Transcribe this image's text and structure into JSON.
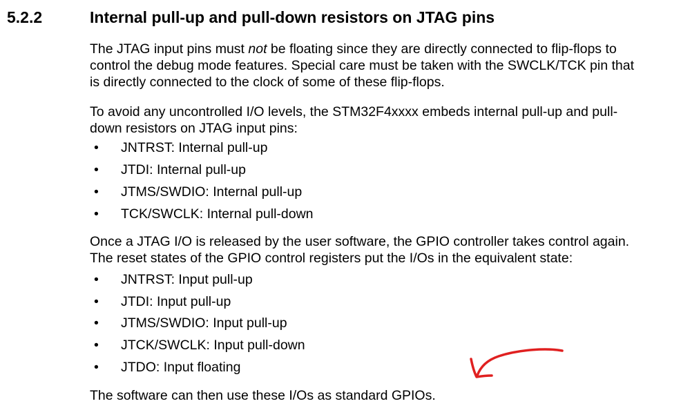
{
  "heading": {
    "number": "5.2.2",
    "title": "Internal pull-up and pull-down resistors on JTAG pins"
  },
  "para1": {
    "line1_before": "The JTAG input pins must ",
    "line1_emph": "not",
    "line1_after": " be floating since they are directly connected to flip-flops to",
    "line2": "control the debug mode features. Special care must be taken with the SWCLK/TCK pin that",
    "line3": "is directly connected to the clock of some of these flip-flops."
  },
  "para2": {
    "line1": "To avoid any uncontrolled I/O levels, the STM32F4xxxx embeds internal pull-up and pull-",
    "line2": "down resistors on JTAG input pins:"
  },
  "list1": [
    "JNTRST: Internal pull-up",
    "JTDI: Internal pull-up",
    "JTMS/SWDIO: Internal pull-up",
    "TCK/SWCLK: Internal pull-down"
  ],
  "para3": {
    "line1": "Once a JTAG I/O is released by the user software, the GPIO controller takes control again.",
    "line2": "The reset states of the GPIO control registers put the I/Os in the equivalent state:"
  },
  "list2": [
    "JNTRST: Input pull-up",
    "JTDI: Input pull-up",
    "JTMS/SWDIO: Input pull-up",
    "JTCK/SWCLK: Input pull-down",
    "JTDO: Input floating"
  ],
  "para4": {
    "line1": "The software can then use these I/Os as standard GPIOs."
  },
  "bullet_glyph": "•",
  "annotation": {
    "icon": "hand-drawn-arrow-icon",
    "color": "#e02020"
  }
}
